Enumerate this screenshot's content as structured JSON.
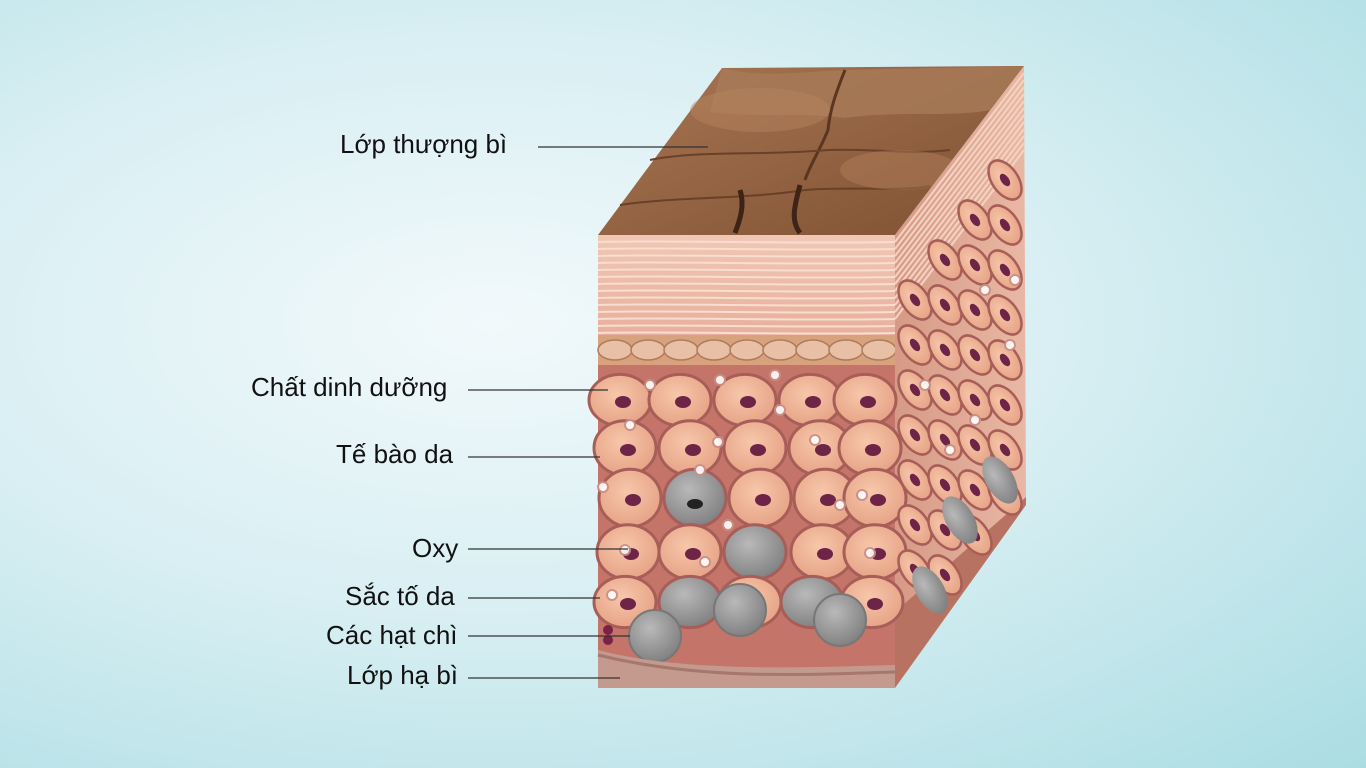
{
  "labels": {
    "epidermis": "Lớp thượng bì",
    "nutrients": "Chất dinh dưỡng",
    "skin_cells": "Tế bào da",
    "oxygen": "Oxy",
    "pigment": "Sắc tố da",
    "lead_particles": "Các hạt chì",
    "hypodermis": "Lớp hạ bì"
  },
  "colors": {
    "background_center": "#f2f9fb",
    "background_edge": "#aadde3",
    "top_surface": "#9b6a47",
    "layer_pink": "#eab9a6",
    "cell_fill": "#f0b79a",
    "cell_wall": "#b56a63",
    "nucleus": "#6e2447",
    "grey_cell": "#9a9a9a",
    "label_line": "#333333"
  }
}
